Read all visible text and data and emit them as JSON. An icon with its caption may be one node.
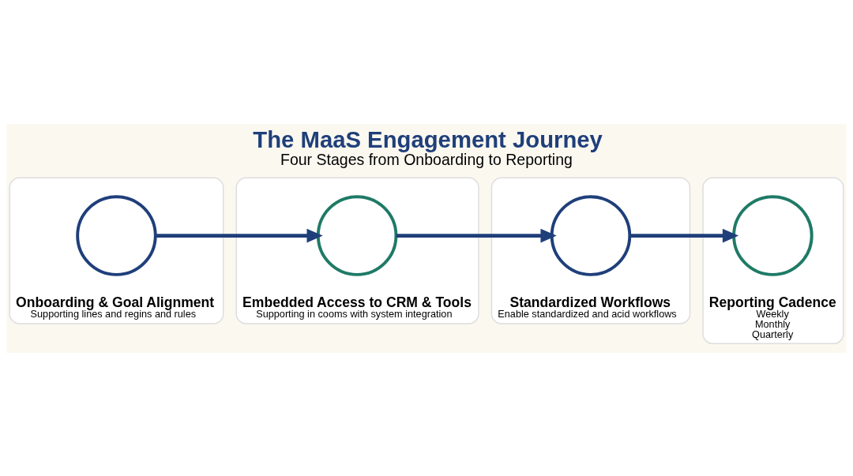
{
  "diagram": {
    "title": "The MaaS Engagement Journey",
    "caption": "Four Stages from Onboarding to Reporting",
    "nodes": [
      {
        "text": [
          "Onboarding & Goal Alignment",
          "Supporting lines and regins and rules"
        ]
      },
      {
        "text": [],
        "shape": "circle",
        "in": 0
      },
      {
        "text": [
          "Embedded Access to CRM & Tools",
          "Supporting in cooms with system integration"
        ]
      },
      {
        "text": [],
        "shape": "circle",
        "in": 2
      },
      {
        "text": [
          "Standardized Workflows",
          "Enable standardized and acid workflows"
        ]
      },
      {
        "text": [],
        "shape": "circle",
        "in": 4
      },
      {
        "text": [
          "Reporting Cadence",
          "Weekly",
          "Monthly",
          "Quarterly"
        ]
      },
      {
        "text": [],
        "shape": "circle",
        "in": 6
      }
    ],
    "edges": [
      {
        "from": 1,
        "to": 3,
        "arrow": "to"
      },
      {
        "from": 3,
        "to": 5,
        "arrow": "to"
      },
      {
        "from": 5,
        "to": 7,
        "arrow": "to"
      }
    ]
  }
}
